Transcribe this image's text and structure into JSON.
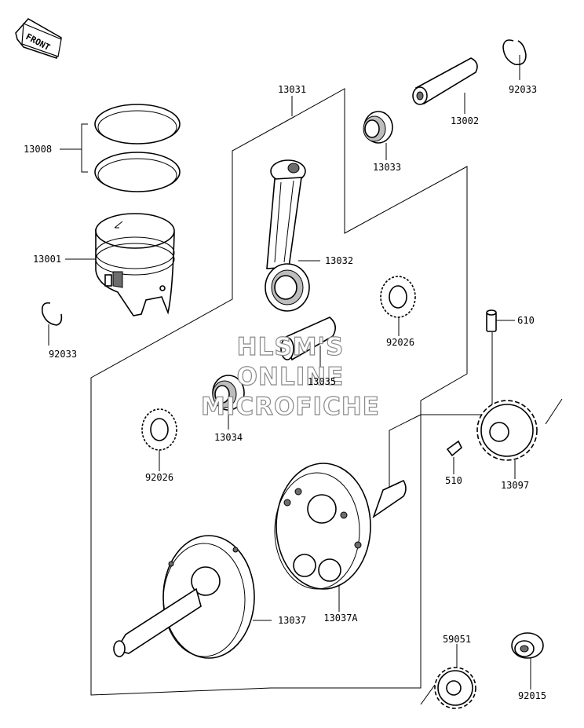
{
  "badge": {
    "text": "FRONT"
  },
  "watermark": {
    "line1": "HLSM'S",
    "line2": "ONLINE",
    "line3": "MICROFICHE"
  },
  "labels": {
    "p13031": "13031",
    "p13008": "13008",
    "p13001": "13001",
    "p92033a": "92033",
    "p92033b": "92033",
    "p13002": "13002",
    "p13033": "13033",
    "p13032": "13032",
    "p92026a": "92026",
    "p92026b": "92026",
    "p610": "610",
    "p13035": "13035",
    "p13034": "13034",
    "p510": "510",
    "p13097": "13097",
    "p13037": "13037",
    "p13037A": "13037A",
    "p59051": "59051",
    "p92015": "92015"
  }
}
